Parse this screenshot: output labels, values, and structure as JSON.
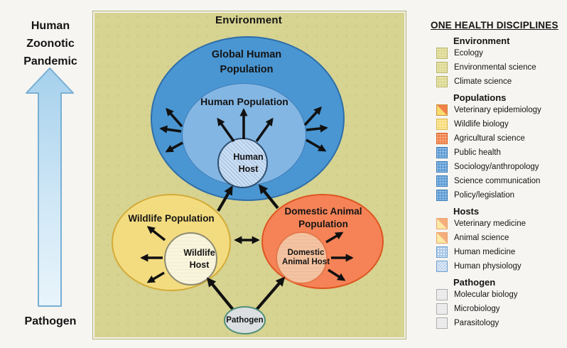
{
  "left_panel": {
    "outcome_label": "Human Zoonotic Pandemic",
    "source_label": "Pathogen"
  },
  "diagram": {
    "environment_label": "Environment",
    "nodes": {
      "global_human_population": "Global Human Population",
      "human_population": "Human Population",
      "human_host": "Human Host",
      "wildlife_population": "Wildlife Population",
      "wildlife_host": "Wildlife Host",
      "domestic_animal_population": "Domestic Animal Population",
      "domestic_animal_host": "Domestic Animal Host",
      "pathogen": "Pathogen"
    }
  },
  "legend": {
    "title": "ONE HEALTH DISCIPLINES",
    "sections": [
      {
        "header": "Environment",
        "items": [
          {
            "label": "Ecology",
            "swatch": "khaki"
          },
          {
            "label": "Environmental science",
            "swatch": "khaki"
          },
          {
            "label": "Climate science",
            "swatch": "khaki"
          }
        ]
      },
      {
        "header": "Populations",
        "items": [
          {
            "label": "Veterinary epidemiology",
            "swatch": "split"
          },
          {
            "label": "Wildlife biology",
            "swatch": "yellow"
          },
          {
            "label": "Agricultural science",
            "swatch": "orange"
          },
          {
            "label": "Public health",
            "swatch": "blue"
          },
          {
            "label": "Sociology/anthropology",
            "swatch": "blue"
          },
          {
            "label": "Science communication",
            "swatch": "blue"
          },
          {
            "label": "Policy/legislation",
            "swatch": "blue"
          }
        ]
      },
      {
        "header": "Hosts",
        "items": [
          {
            "label": "Veterinary medicine",
            "swatch": "split-pale"
          },
          {
            "label": "Animal science",
            "swatch": "split-pale"
          },
          {
            "label": "Human medicine",
            "swatch": "blue-dot"
          },
          {
            "label": "Human physiology",
            "swatch": "blue-hatch"
          }
        ]
      },
      {
        "header": "Pathogen",
        "items": [
          {
            "label": "Molecular biology",
            "swatch": "gray"
          },
          {
            "label": "Microbiology",
            "swatch": "gray"
          },
          {
            "label": "Parasitology",
            "swatch": "gray"
          }
        ]
      }
    ]
  },
  "colors": {
    "environment_fill": "#d7d391",
    "global_population_fill": "#4a96d2",
    "human_population_fill": "#83b6e3",
    "human_host_fill": "#cadef4",
    "wildlife_fill": "#f3dc80",
    "wildlife_host_fill": "#f9f4dc",
    "domestic_fill": "#f58357",
    "domestic_host_fill": "#f4c3a2",
    "pathogen_fill": "#dbdfe1",
    "pathogen_border": "#4f8f77",
    "big_arrow_fill": "#b5d8ef",
    "legend_blue": "#5b9bd5",
    "legend_yellow": "#f9dc78",
    "legend_orange": "#f28048",
    "legend_khaki": "#dcd88e",
    "legend_gray": "#e8e8e8"
  }
}
